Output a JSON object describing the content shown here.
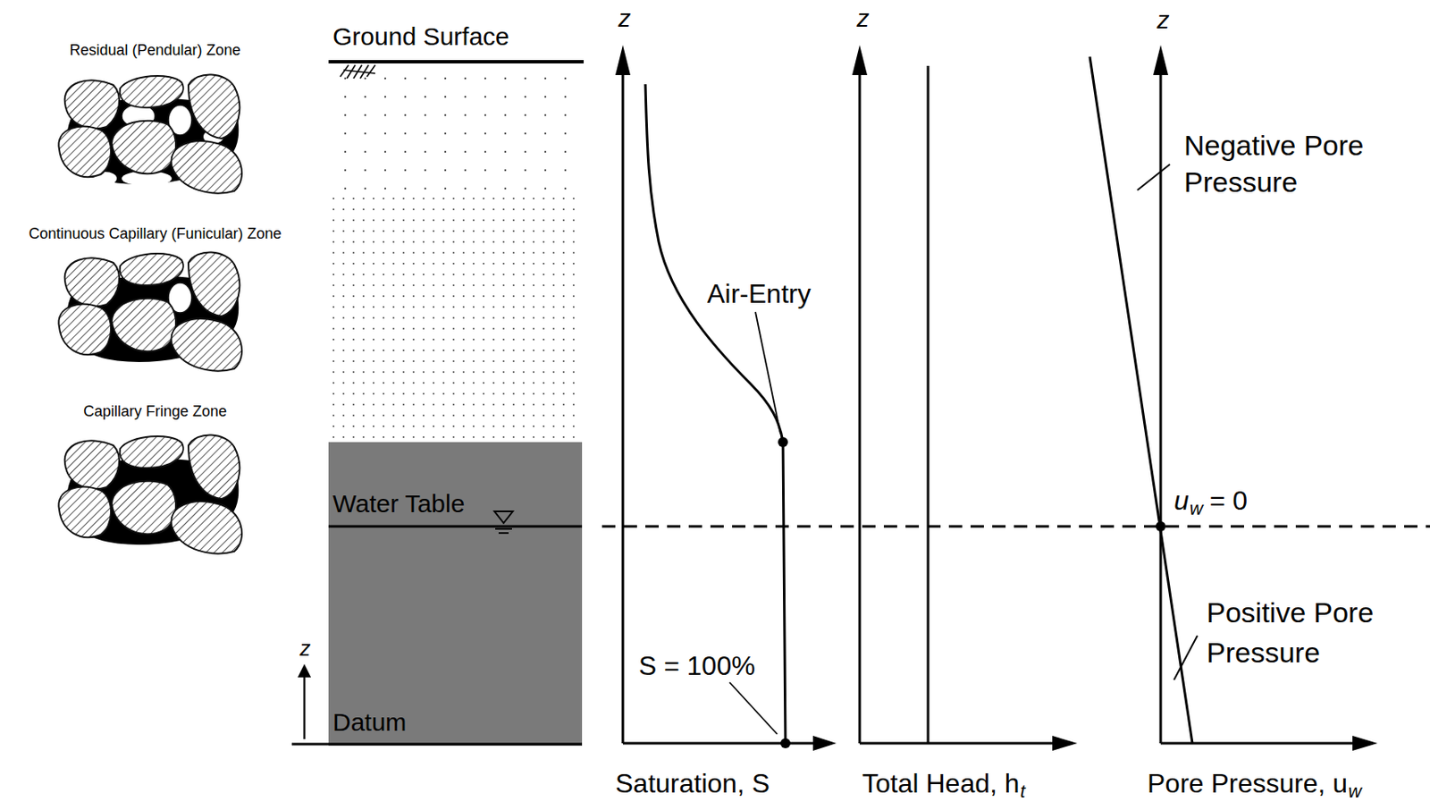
{
  "diagram": {
    "labels": [
      "Residual (Pendular) Zone",
      "Continuous Capillary (Funicular) Zone",
      "Capillary Fringe Zone",
      "Ground Surface",
      "Water Table",
      "z",
      "Datum",
      "z",
      "z",
      "z",
      "Air-Entry",
      "S = 100%",
      "Saturation, S",
      "Total Head, h",
      "t",
      "Negative Pore Pressure",
      "u",
      "w",
      "= 0",
      "Positive Pore Pressure",
      "Pore Pressure, u",
      "w"
    ]
  }
}
